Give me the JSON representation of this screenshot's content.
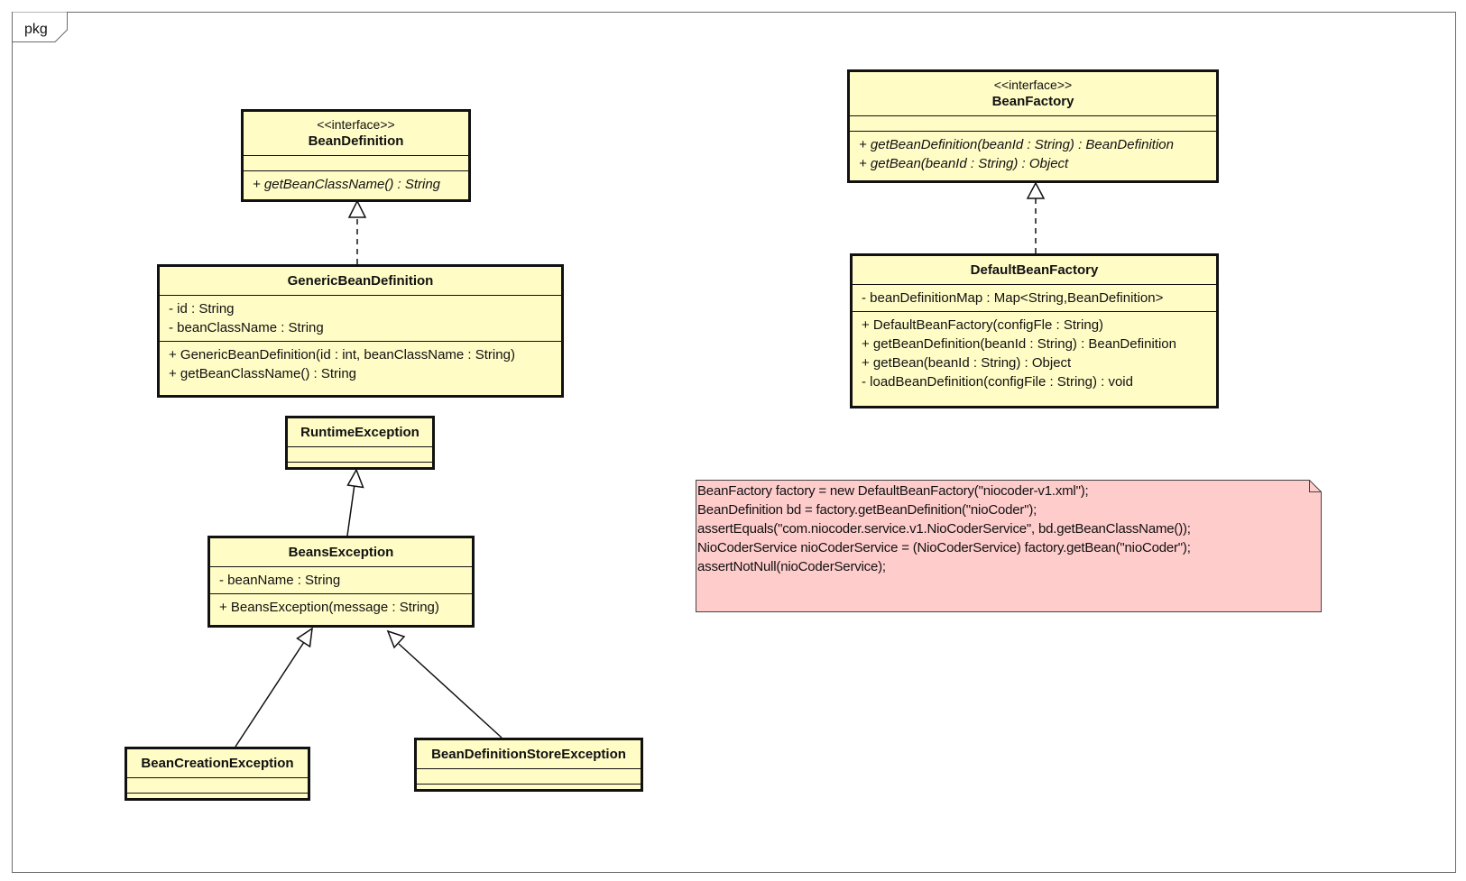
{
  "frame": {
    "label": "pkg"
  },
  "classes": {
    "bean_definition": {
      "stereotype": "<<interface>>",
      "name": "BeanDefinition",
      "attributes": [],
      "operations": [
        "+ getBeanClassName() : String"
      ]
    },
    "generic_bean_definition": {
      "stereotype": "",
      "name": "GenericBeanDefinition",
      "attributes": [
        "- id : String",
        "- beanClassName : String"
      ],
      "operations": [
        "+ GenericBeanDefinition(id : int, beanClassName : String)",
        "+ getBeanClassName() : String"
      ]
    },
    "runtime_exception": {
      "stereotype": "",
      "name": "RuntimeException",
      "attributes": [],
      "operations": []
    },
    "beans_exception": {
      "stereotype": "",
      "name": "BeansException",
      "attributes": [
        "- beanName : String"
      ],
      "operations": [
        "+ BeansException(message : String)"
      ]
    },
    "bean_creation_exception": {
      "stereotype": "",
      "name": "BeanCreationException",
      "attributes": [],
      "operations": []
    },
    "bean_definition_store_exception": {
      "stereotype": "",
      "name": "BeanDefinitionStoreException",
      "attributes": [],
      "operations": []
    },
    "bean_factory": {
      "stereotype": "<<interface>>",
      "name": "BeanFactory",
      "attributes": [],
      "operations": [
        "+ getBeanDefinition(beanId : String) : BeanDefinition",
        "+ getBean(beanId : String) : Object"
      ]
    },
    "default_bean_factory": {
      "stereotype": "",
      "name": "DefaultBeanFactory",
      "attributes": [
        "- beanDefinitionMap : Map<String,BeanDefinition>"
      ],
      "operations": [
        "+ DefaultBeanFactory(configFle : String)",
        "+ getBeanDefinition(beanId : String) : BeanDefinition",
        "+ getBean(beanId : String) : Object",
        "- loadBeanDefinition(configFile : String) : void"
      ]
    }
  },
  "note": {
    "lines": [
      "BeanFactory factory = new DefaultBeanFactory(\"niocoder-v1.xml\");",
      " BeanDefinition bd = factory.getBeanDefinition(\"nioCoder\");",
      "assertEquals(\"com.niocoder.service.v1.NioCoderService\", bd.getBeanClassName());",
      "NioCoderService nioCoderService = (NioCoderService) factory.getBean(\"nioCoder\");",
      "assertNotNull(nioCoderService);"
    ]
  },
  "relations": [
    {
      "from": "generic_bean_definition",
      "to": "bean_definition",
      "kind": "realization"
    },
    {
      "from": "default_bean_factory",
      "to": "bean_factory",
      "kind": "realization"
    },
    {
      "from": "beans_exception",
      "to": "runtime_exception",
      "kind": "generalization"
    },
    {
      "from": "bean_creation_exception",
      "to": "beans_exception",
      "kind": "generalization"
    },
    {
      "from": "bean_definition_store_exception",
      "to": "beans_exception",
      "kind": "generalization"
    }
  ],
  "colors": {
    "class_fill": "#fffcc6",
    "note_fill": "#ffcccc",
    "stroke": "#111111"
  }
}
